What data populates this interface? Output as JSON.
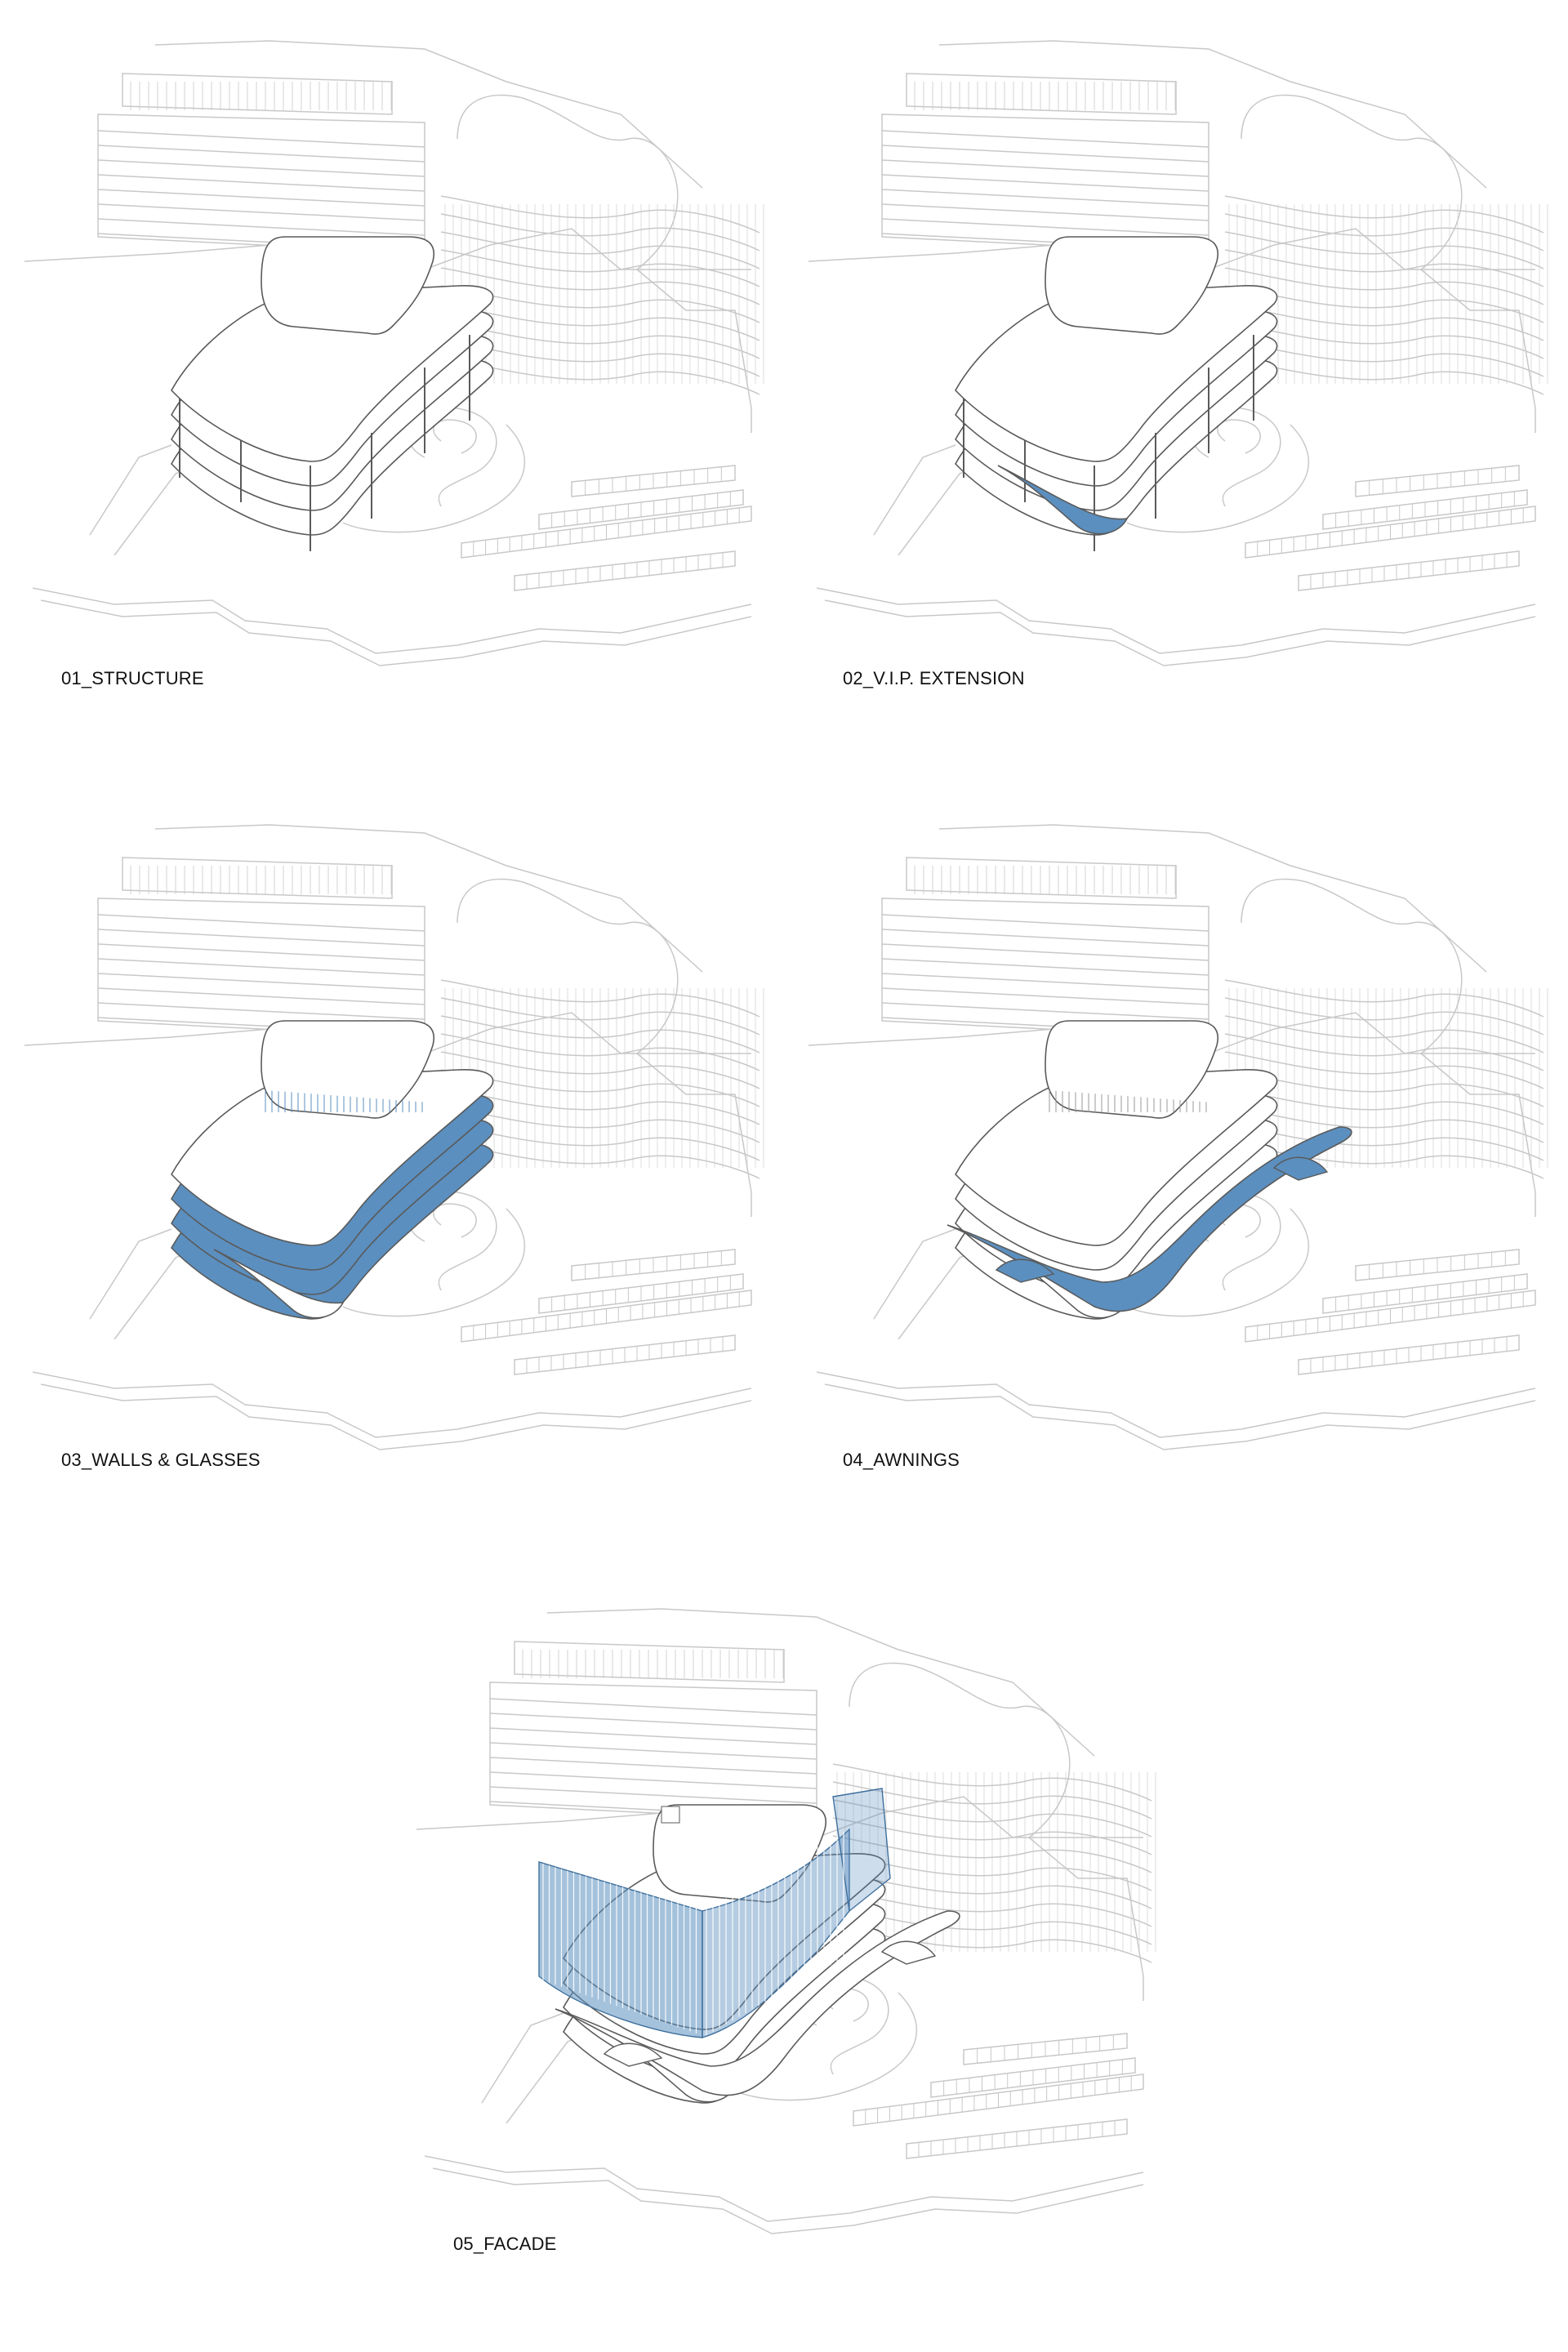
{
  "colors": {
    "accent": "#5b8fbf",
    "accent_dark": "#3f6f9c",
    "context_line": "#c8c8c8",
    "building_line": "#5a5a5a",
    "background": "#ffffff"
  },
  "panels": [
    {
      "caption": "01_STRUCTURE",
      "highlight": "none"
    },
    {
      "caption": "02_V.I.P. EXTENSION",
      "highlight": "vip-extension"
    },
    {
      "caption": "03_WALLS & GLASSES",
      "highlight": "walls-glasses"
    },
    {
      "caption": "04_AWNINGS",
      "highlight": "awnings"
    },
    {
      "caption": "05_FACADE",
      "highlight": "facade"
    }
  ]
}
